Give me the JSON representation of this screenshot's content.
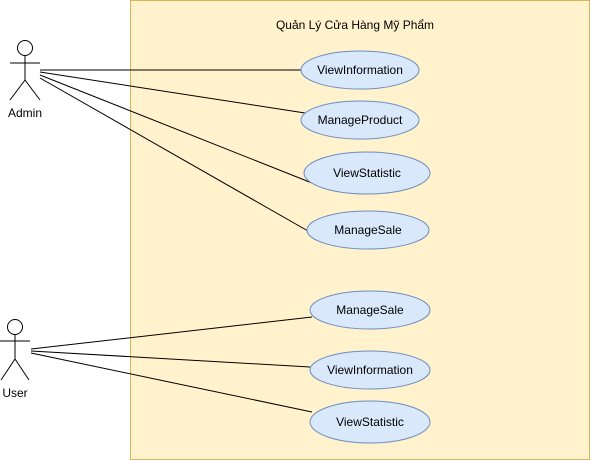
{
  "colors": {
    "boundary_fill": "#fff2cc",
    "boundary_stroke": "#d6b656",
    "usecase_fill": "#dae8fc",
    "usecase_stroke": "#6c8ebf",
    "line": "#000000"
  },
  "system": {
    "title": "Quản Lý Cửa Hàng Mỹ Phẩm"
  },
  "actors": [
    {
      "name": "Admin"
    },
    {
      "name": "User"
    }
  ],
  "use_cases": [
    {
      "label": "ViewInformation",
      "actor": "Admin"
    },
    {
      "label": "ManageProduct",
      "actor": "Admin"
    },
    {
      "label": "ViewStatistic",
      "actor": "Admin"
    },
    {
      "label": "ManageSale",
      "actor": "Admin"
    },
    {
      "label": "ManageSale",
      "actor": "User"
    },
    {
      "label": "ViewInformation",
      "actor": "User"
    },
    {
      "label": "ViewStatistic",
      "actor": "User"
    }
  ]
}
